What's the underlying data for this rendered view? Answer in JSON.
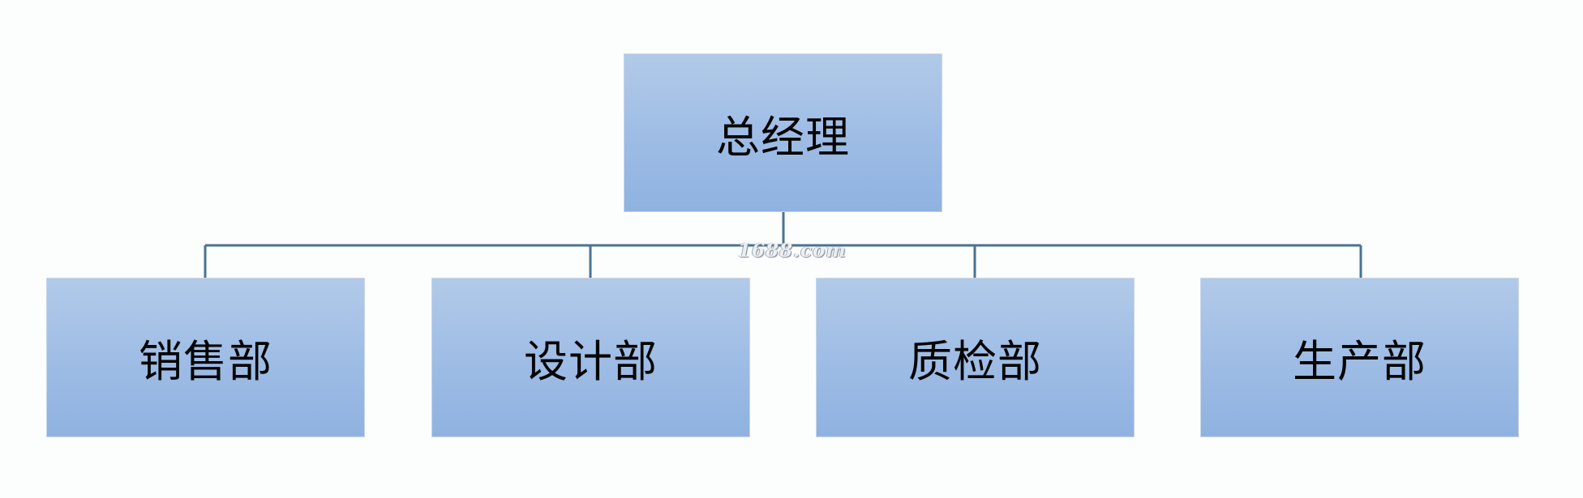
{
  "org_chart": {
    "top": {
      "label": "总经理"
    },
    "departments": [
      {
        "label": "销售部"
      },
      {
        "label": "设计部"
      },
      {
        "label": "质检部"
      },
      {
        "label": "生产部"
      }
    ],
    "watermark": "1688.com"
  },
  "colors": {
    "box_top": "#b2cae8",
    "box_bottom": "#8fb2e0",
    "connector": "#4a7393",
    "text": "#050505"
  }
}
